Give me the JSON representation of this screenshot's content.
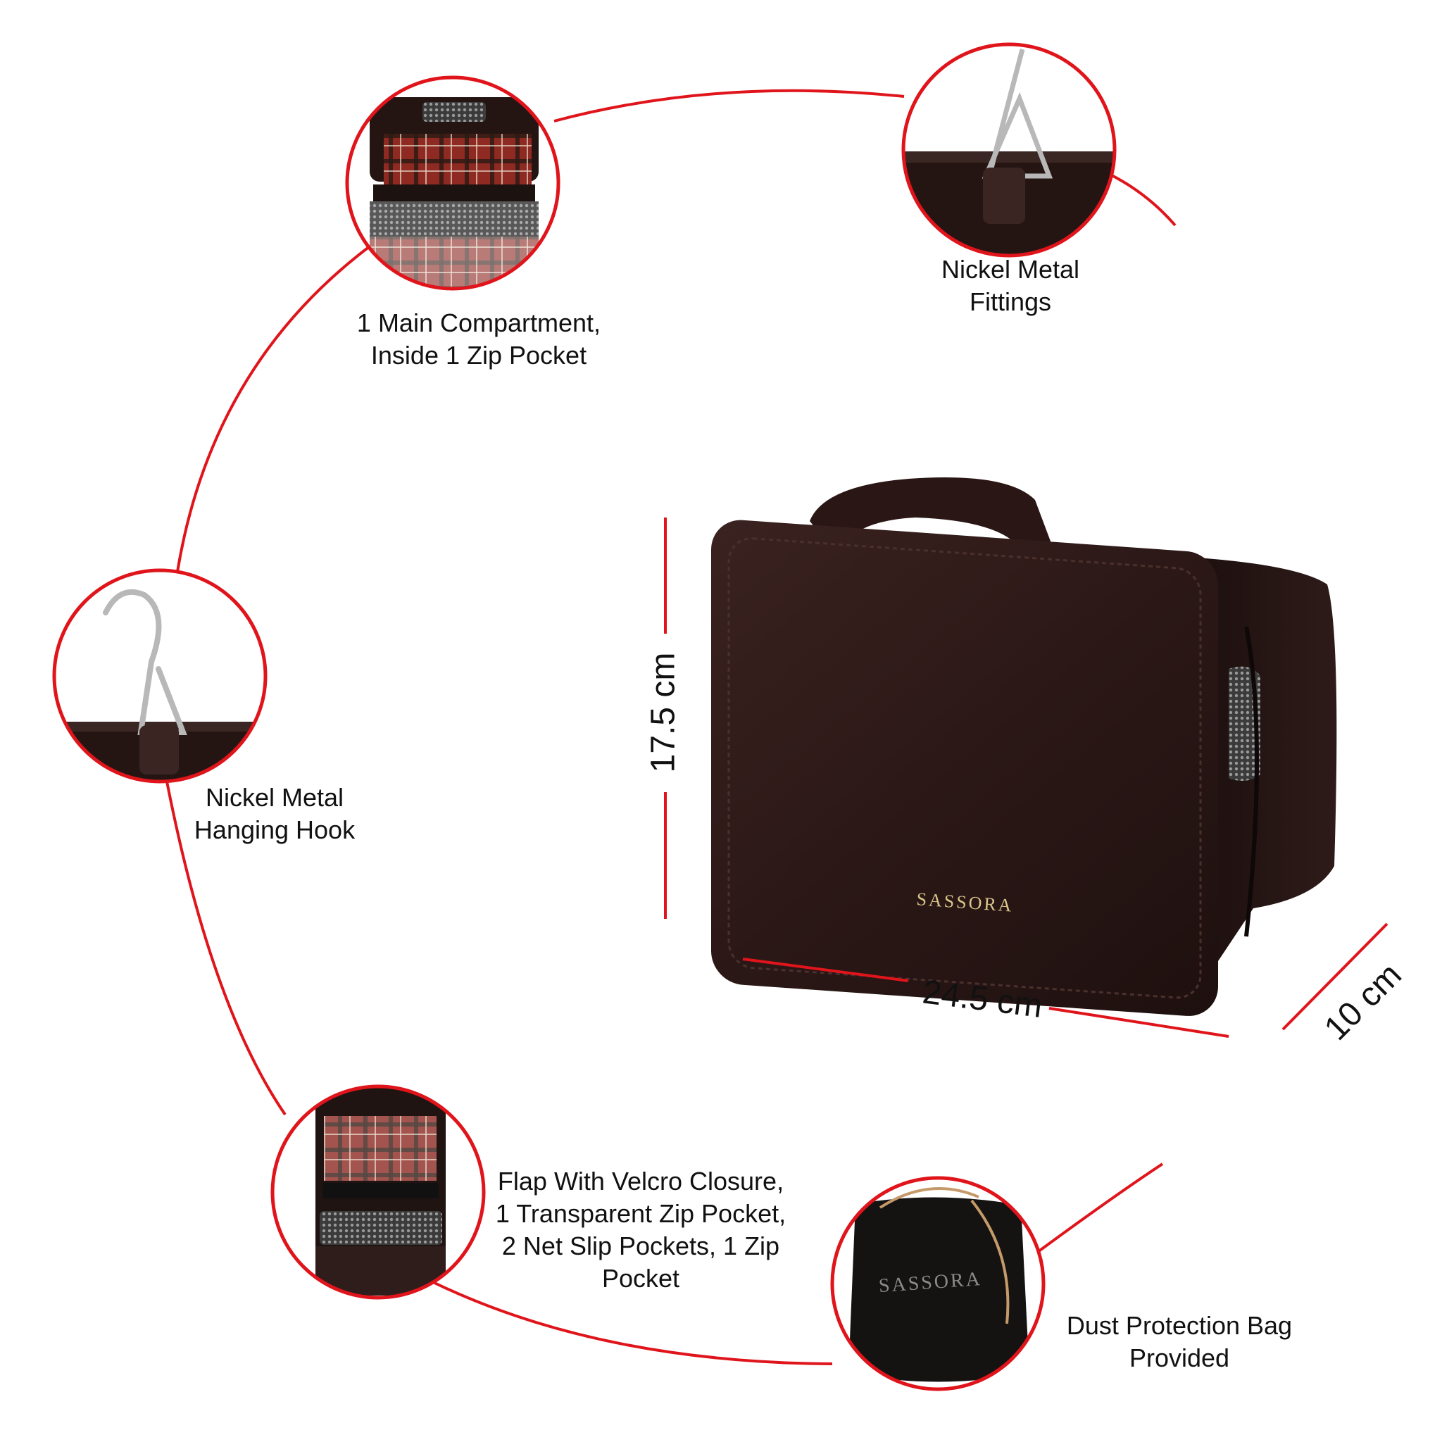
{
  "colors": {
    "accent": "#e0141b",
    "leather": "#2e1a18",
    "tartan_red": "#8e2a22",
    "metal": "#b8b8b8"
  },
  "features": [
    {
      "icon": "compartment-photo",
      "lines": [
        "1 Main Compartment,",
        "Inside 1 Zip Pocket"
      ]
    },
    {
      "icon": "fitting-photo",
      "lines": [
        "Nickel Metal",
        "Fittings"
      ]
    },
    {
      "icon": "hook-photo",
      "lines": [
        "Nickel Metal",
        "Hanging Hook"
      ]
    },
    {
      "icon": "open-bag-photo",
      "lines": [
        "Flap With Velcro Closure,",
        "1 Transparent Zip Pocket,",
        "2 Net Slip Pockets, 1 Zip",
        "Pocket"
      ]
    },
    {
      "icon": "dust-bag-photo",
      "lines": [
        "Dust Protection Bag",
        "Provided"
      ]
    }
  ],
  "dimensions": {
    "height": "17.5 cm",
    "width": "24.5 cm",
    "depth": "10 cm"
  },
  "brand": "SASSORA",
  "dust_bag_brand": "SASSORA"
}
